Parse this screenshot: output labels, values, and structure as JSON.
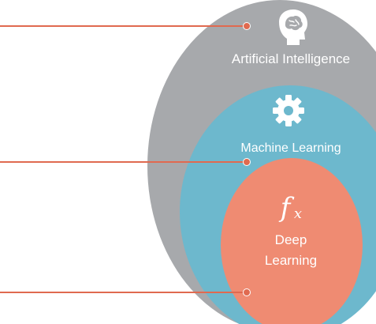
{
  "diagram": {
    "colors": {
      "ai_ellipse": "#a7a9ac",
      "ml_ellipse": "#6db8cd",
      "dl_ellipse": "#ef8b72",
      "connector_line": "#e06a50",
      "connector_dot": "#e06a50",
      "text": "#ffffff"
    },
    "layers": [
      {
        "id": "ai",
        "label": "Artificial Intelligence",
        "icon": "brain-head-icon"
      },
      {
        "id": "ml",
        "label": "Machine Learning",
        "icon": "gear-icon"
      },
      {
        "id": "dl",
        "label_line1": "Deep",
        "label_line2": "Learning",
        "icon": "function-fx-icon",
        "icon_text_f": "f",
        "icon_text_x": "x"
      }
    ]
  }
}
